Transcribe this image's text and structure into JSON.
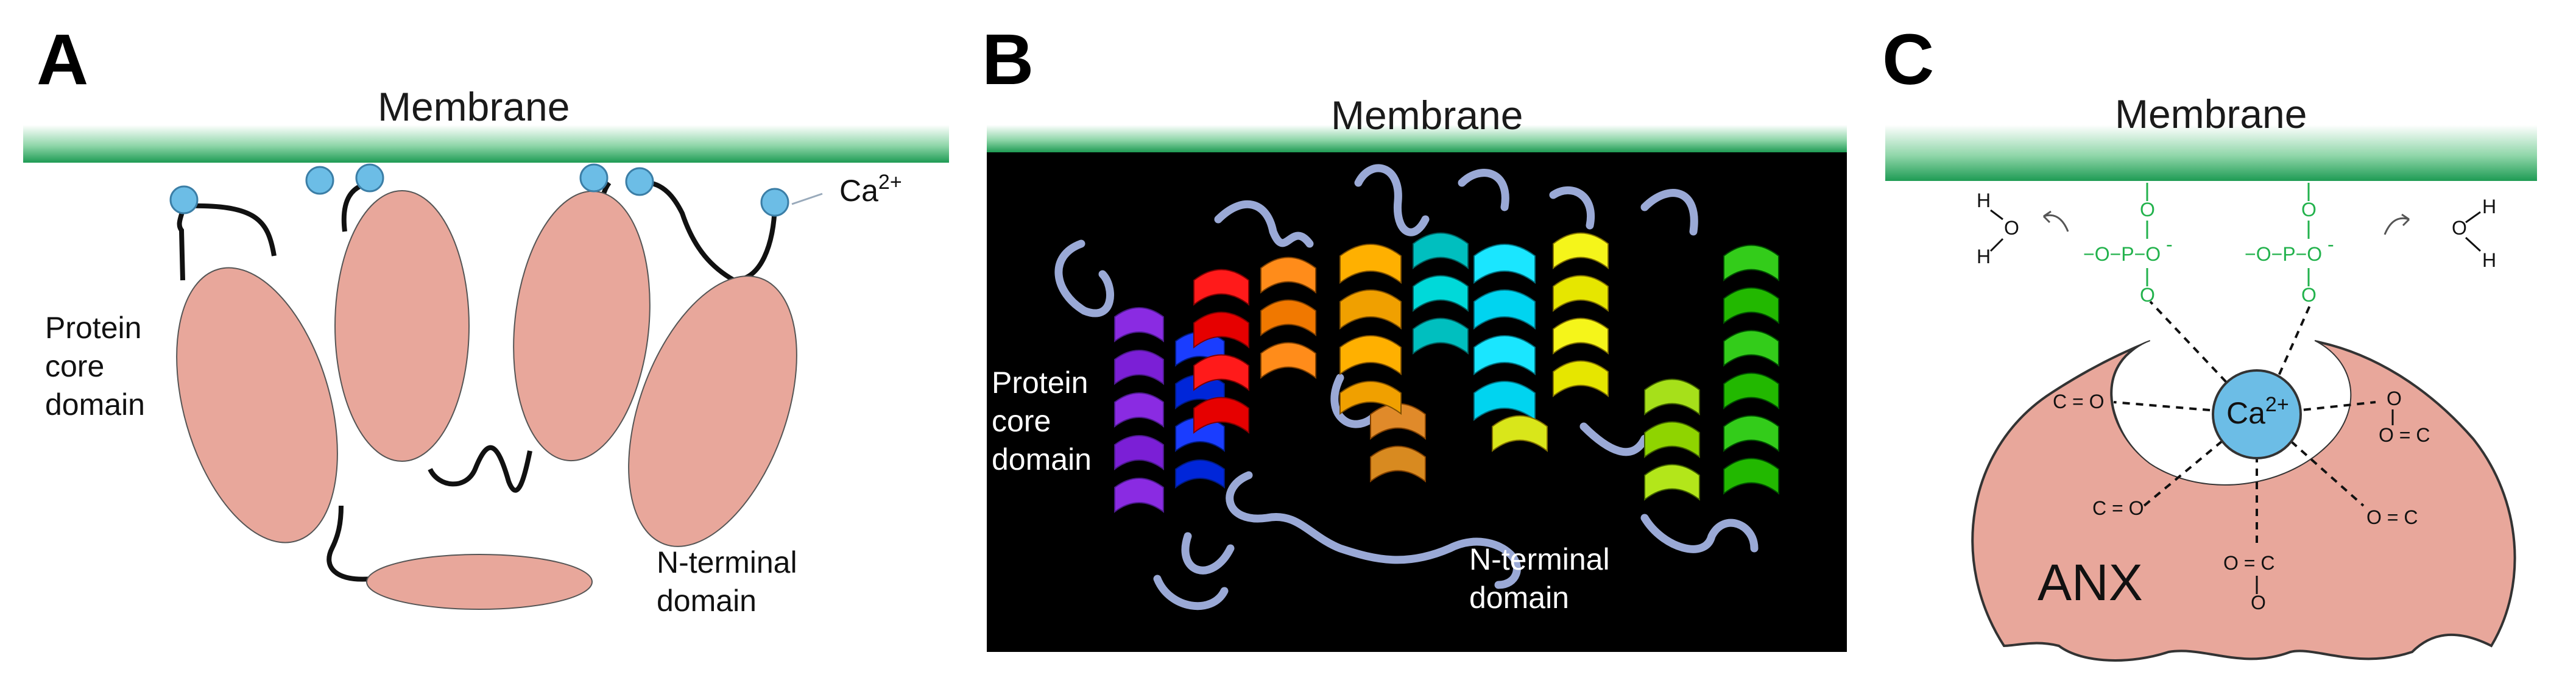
{
  "panel_a": {
    "letter": "A",
    "membrane_label": "Membrane",
    "ion_label": "Ca",
    "ion_sup": "2+",
    "core_label": [
      "Protein",
      "core",
      "domain"
    ],
    "nterm_label": [
      "N-terminal",
      "domain"
    ]
  },
  "panel_b": {
    "letter": "B",
    "membrane_label": "Membrane",
    "core_label": [
      "Protein",
      "core",
      "domain"
    ],
    "nterm_label": [
      "N-terminal",
      "domain"
    ]
  },
  "panel_c": {
    "letter": "C",
    "membrane_label": "Membrane",
    "protein_label": "ANX",
    "ion_label": "Ca",
    "ion_sup": "2+",
    "water_h": "H",
    "water_o": "O",
    "phosphate_left": "−O−P−O",
    "phosphate_right": "−O−P−O",
    "phos_p": "P",
    "phos_o": "O",
    "minus": "-",
    "carbonyl_1": "C = O",
    "carbonyl_2": "C = O",
    "carboxyl_1": "O = C",
    "carboxyl_2": "O = C",
    "carboxyl_3": "O = C",
    "o_minus": "O"
  },
  "colors": {
    "membrane_dark": "#1e9b54",
    "membrane_light": "#ffffff",
    "domain_fill": "#e8a79b",
    "ion_fill": "#6cbde6",
    "phosphate_green": "#22b24c",
    "background_b": "#000000",
    "coil": "#9aa9d6"
  }
}
